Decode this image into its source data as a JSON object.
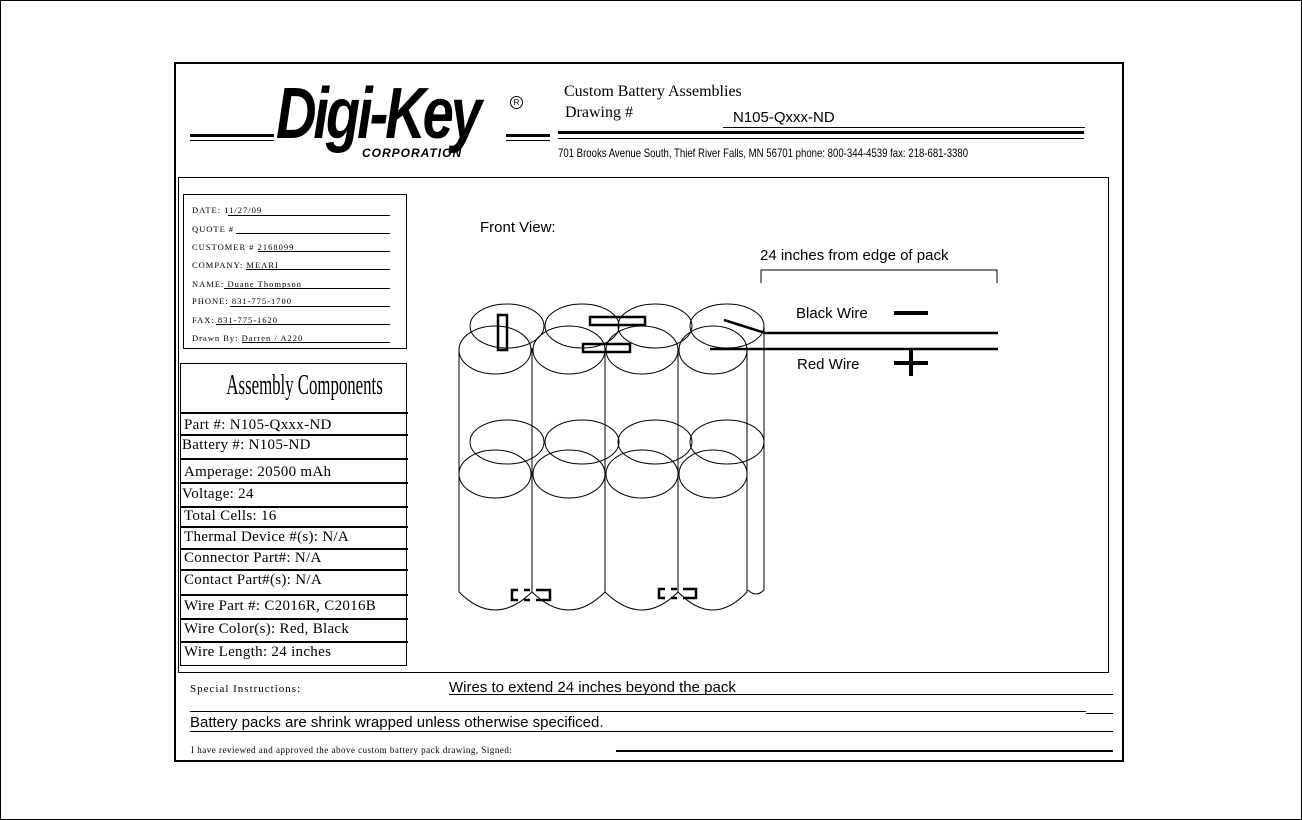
{
  "header": {
    "logo_text": "Digi-Key",
    "logo_sub": "CORPORATION",
    "logo_reg": "R",
    "title": "Custom Battery Assemblies",
    "drawing_label": "Drawing #",
    "drawing_number": "N105-Qxxx-ND",
    "address": "701 Brooks Avenue South, Thief River Falls, MN 56701 phone: 800-344-4539   fax: 218-681-3380"
  },
  "info": {
    "date": "DATE: 11/27/09",
    "quote": "QUOTE #",
    "customer": "CUSTOMER # 2168099",
    "company": "COMPANY: MEARI",
    "name": "NAME: Duane Thompson",
    "phone": "PHONE: 831-775-1700",
    "fax": "FAX: 831-775-1620",
    "drawn_by": "Drawn By: Darren / A220"
  },
  "components": {
    "title": "Assembly Components",
    "rows": [
      "Part #: N105-Qxxx-ND",
      "Battery #: N105-ND",
      "Amperage: 20500 mAh",
      "Voltage: 24",
      "Total Cells: 16",
      "Thermal Device #(s): N/A",
      "Connector Part#: N/A",
      "Contact Part#(s): N/A",
      "Wire Part #: C2016R, C2016B",
      "Wire Color(s): Red, Black",
      "Wire Length: 24 inches"
    ]
  },
  "drawing": {
    "front_view": "Front View:",
    "length_note": "24 inches from edge of pack",
    "black_wire": "Black Wire",
    "red_wire": "Red Wire"
  },
  "footer": {
    "special_label": "Special Instructions:",
    "special_value": "Wires to extend 24 inches beyond the pack",
    "shrink_note": "Battery packs are shrink wrapped unless otherwise specificed.",
    "approval": "I have reviewed and approved the above custom battery pack drawing,   Signed:"
  }
}
